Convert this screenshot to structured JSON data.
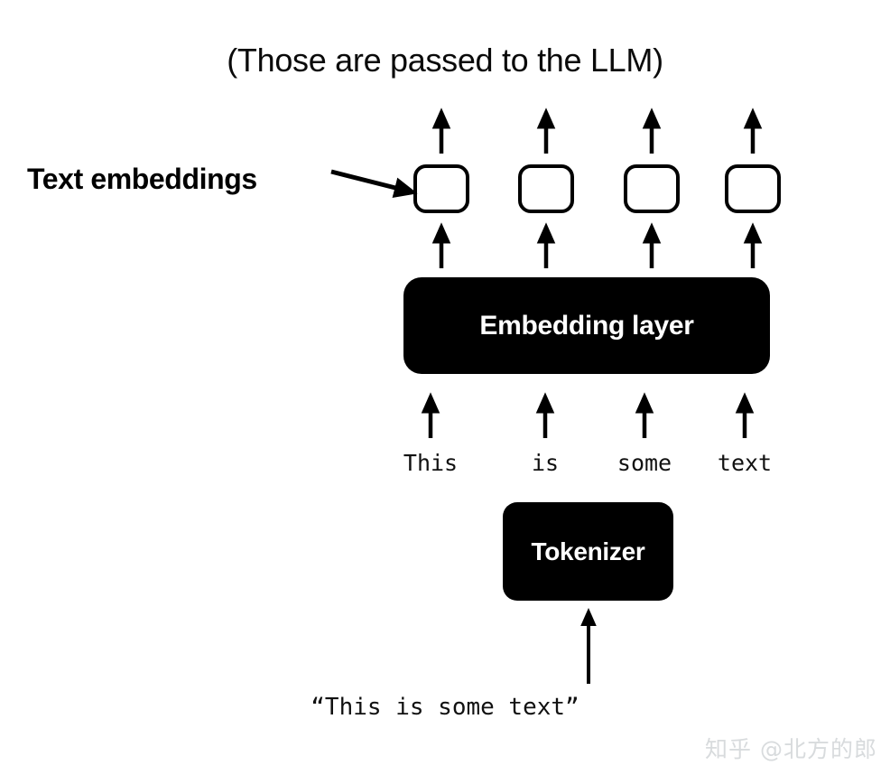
{
  "diagram": {
    "title_caption": "(Those are passed to the LLM)",
    "annotation_label": "Text embeddings",
    "embedding_layer_label": "Embedding layer",
    "tokenizer_label": "Tokenizer",
    "raw_input_text": "“This is some text”",
    "tokens": [
      {
        "text": "This"
      },
      {
        "text": "is"
      },
      {
        "text": "some"
      },
      {
        "text": "text"
      }
    ],
    "embedding_boxes": [
      {
        "name": "embedding-box-1"
      },
      {
        "name": "embedding-box-2"
      },
      {
        "name": "embedding-box-3"
      },
      {
        "name": "embedding-box-4"
      }
    ],
    "colors": {
      "background": "#ffffff",
      "foreground": "#000000",
      "block_fill": "#000000",
      "block_text": "#ffffff",
      "watermark": "#d8dbdd"
    }
  },
  "watermark": {
    "text": "知乎 @北方的郎"
  }
}
